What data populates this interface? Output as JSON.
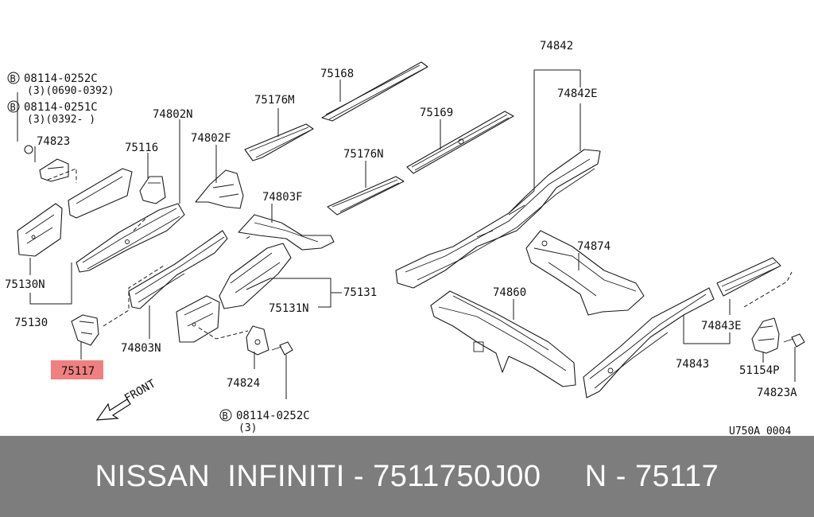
{
  "labels": {
    "p74842": "74842",
    "p74842E": "74842E",
    "p75168": "75168",
    "p75176M": "75176M",
    "p75169": "75169",
    "p74802N": "74802N",
    "p74802F": "74802F",
    "p75116": "75116",
    "p74823": "74823",
    "p75176N": "75176N",
    "p74803F": "74803F",
    "p74874": "74874",
    "p75130N": "75130N",
    "p75130": "75130",
    "p75131": "75131",
    "p75131N": "75131N",
    "p74860": "74860",
    "p74843E": "74843E",
    "p74803N": "74803N",
    "p74843": "74843",
    "p51154P": "51154P",
    "p75117": "75117",
    "p74824": "74824",
    "p74823A": "74823A",
    "bolt1_part": "08114-0252C",
    "bolt1_qty": "(3)(0690-0392)",
    "bolt2_part": "08114-0251C",
    "bolt2_qty": "(3)(0392-    )",
    "bolt3_part": "08114-0252C",
    "bolt3_qty": "(3)",
    "bolt_symbol": "B",
    "front": "FRONT",
    "diagram_code": "U750A 0004"
  },
  "highlight_color": "#f08080",
  "footer": {
    "text": "NISSAN  INFINITI - 7511750J00     N - 75117"
  }
}
